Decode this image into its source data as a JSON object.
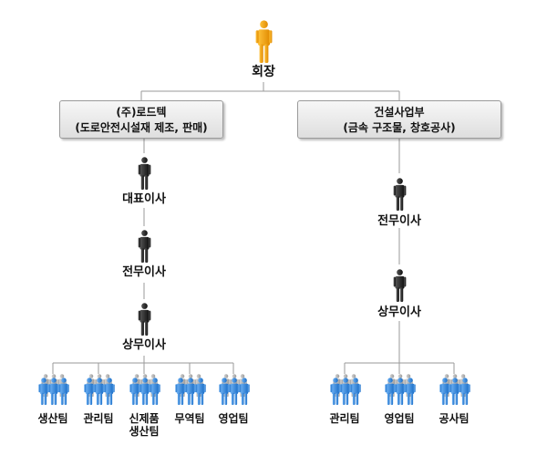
{
  "chairman": {
    "title": "회장",
    "icon": "person-icon-orange"
  },
  "left": {
    "company": {
      "line1": "(주)로드텍",
      "line2": "(도로안전시설재 제조, 판매)"
    },
    "roles": [
      "대표이사",
      "전무이사",
      "상무이사"
    ],
    "teams": [
      {
        "line1": "생산팀",
        "line2": ""
      },
      {
        "line1": "관리팀",
        "line2": ""
      },
      {
        "line1": "신제품",
        "line2": "생산팀"
      },
      {
        "line1": "무역팀",
        "line2": ""
      },
      {
        "line1": "영업팀",
        "line2": ""
      }
    ]
  },
  "right": {
    "company": {
      "line1": "건설사업부",
      "line2": "(금속 구조물, 창호공사)"
    },
    "roles": [
      "전무이사",
      "상무이사"
    ],
    "teams": [
      {
        "line1": "관리팀"
      },
      {
        "line1": "영업팀"
      },
      {
        "line1": "공사팀"
      }
    ]
  },
  "colors": {
    "chairman_icon": "#f5a300",
    "executive_icon": "#1e1e1e",
    "team_icon": "#2f82d8",
    "team_icon_back": "#b7b7b7",
    "connector": "#9a9a9a"
  }
}
